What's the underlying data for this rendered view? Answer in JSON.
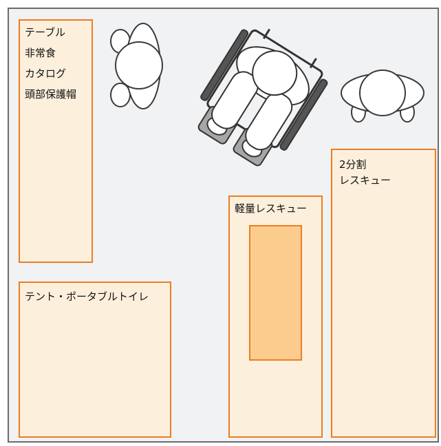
{
  "colors": {
    "room_bg": "#f1f2f4",
    "room_border": "#6b6b6b",
    "item_fill": "#fcefdc",
    "item_border": "#ec7d1f",
    "inner_fill": "#fccc8e",
    "person_stroke": "#3a3a3a",
    "wheelchair_fill": "#a6a6a6"
  },
  "items": {
    "shelf_left": [
      "テーブル",
      "非常食",
      "カタログ",
      "頭部保護帽"
    ],
    "tent": "テント・ポータブルトイレ",
    "light_rescue": "軽量レスキュー",
    "split_rescue": [
      "2分割",
      "レスキュー"
    ]
  },
  "figures": {
    "standing_people": 2,
    "wheelchair_users": 1,
    "icons": [
      "person-icon",
      "wheelchair-user-icon"
    ]
  }
}
